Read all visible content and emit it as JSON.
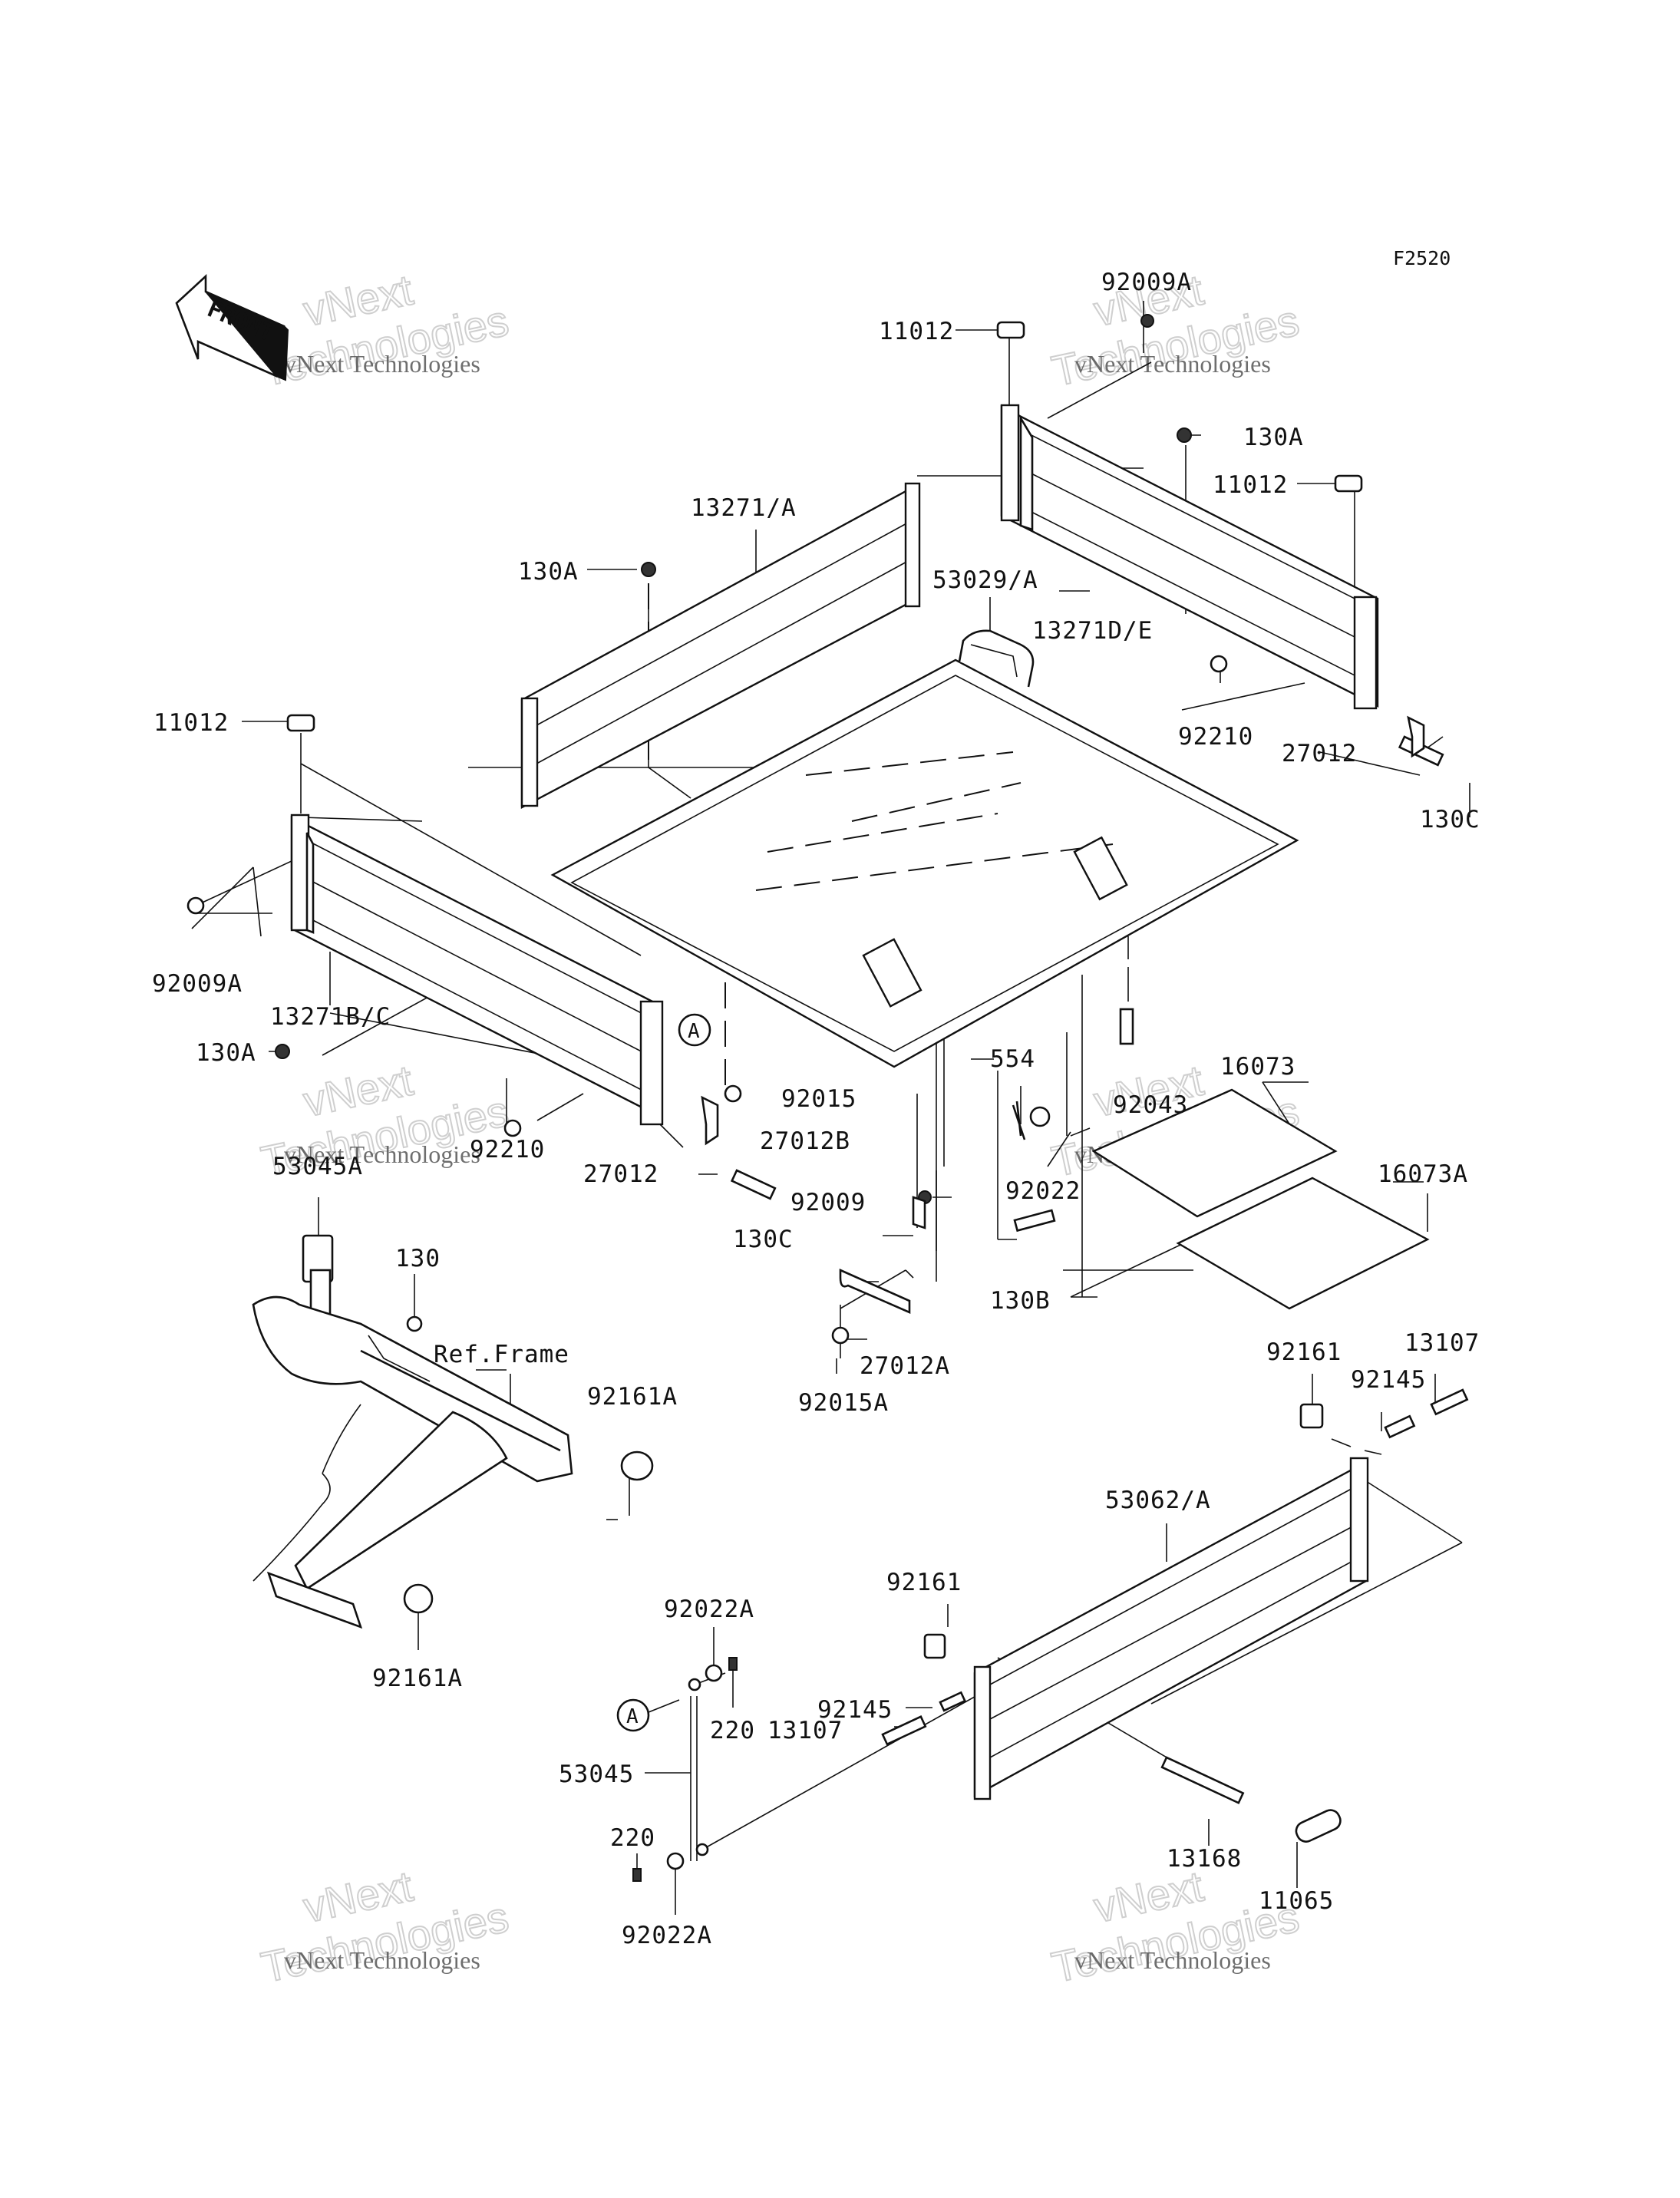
{
  "diagram_code": "F2520",
  "front_arrow_text": "FRONT",
  "watermark": {
    "line1": "vNext Technologies",
    "line2": "vNext",
    "line3": "Technologies"
  },
  "labels": [
    {
      "id": "lbl-11012-top",
      "text": "11012"
    },
    {
      "id": "lbl-92009A-top",
      "text": "92009A"
    },
    {
      "id": "lbl-130A-right",
      "text": "130A"
    },
    {
      "id": "lbl-11012-right",
      "text": "11012"
    },
    {
      "id": "lbl-13271A",
      "text": "13271/A"
    },
    {
      "id": "lbl-130A-mid",
      "text": "130A"
    },
    {
      "id": "lbl-53029A",
      "text": "53029/A"
    },
    {
      "id": "lbl-13271DE",
      "text": "13271D/E"
    },
    {
      "id": "lbl-92210-right",
      "text": "92210"
    },
    {
      "id": "lbl-27012-right",
      "text": "27012"
    },
    {
      "id": "lbl-130C-right",
      "text": "130C"
    },
    {
      "id": "lbl-11012-left",
      "text": "11012"
    },
    {
      "id": "lbl-92009A-left",
      "text": "92009A"
    },
    {
      "id": "lbl-13271BC",
      "text": "13271B/C"
    },
    {
      "id": "lbl-130A-left",
      "text": "130A"
    },
    {
      "id": "lbl-92015",
      "text": "92015"
    },
    {
      "id": "lbl-554",
      "text": "554"
    },
    {
      "id": "lbl-92043",
      "text": "92043"
    },
    {
      "id": "lbl-16073",
      "text": "16073"
    },
    {
      "id": "lbl-92210-left",
      "text": "92210"
    },
    {
      "id": "lbl-27012B",
      "text": "27012B"
    },
    {
      "id": "lbl-53045A",
      "text": "53045A"
    },
    {
      "id": "lbl-27012-left",
      "text": "27012"
    },
    {
      "id": "lbl-92009",
      "text": "92009"
    },
    {
      "id": "lbl-92022",
      "text": "92022"
    },
    {
      "id": "lbl-16073A",
      "text": "16073A"
    },
    {
      "id": "lbl-130C-left",
      "text": "130C"
    },
    {
      "id": "lbl-130",
      "text": "130"
    },
    {
      "id": "lbl-130B",
      "text": "130B"
    },
    {
      "id": "lbl-ref-frame",
      "text": "Ref.Frame"
    },
    {
      "id": "lbl-27012A",
      "text": "27012A"
    },
    {
      "id": "lbl-92161-right",
      "text": "92161"
    },
    {
      "id": "lbl-13107-right",
      "text": "13107"
    },
    {
      "id": "lbl-92145-right",
      "text": "92145"
    },
    {
      "id": "lbl-92161A-top",
      "text": "92161A"
    },
    {
      "id": "lbl-92015A",
      "text": "92015A"
    },
    {
      "id": "lbl-53062A",
      "text": "53062/A"
    },
    {
      "id": "lbl-92161-mid",
      "text": "92161"
    },
    {
      "id": "lbl-92022A-top",
      "text": "92022A"
    },
    {
      "id": "lbl-92161A-bottom",
      "text": "92161A"
    },
    {
      "id": "lbl-92145-mid",
      "text": "92145"
    },
    {
      "id": "lbl-220-top",
      "text": "220"
    },
    {
      "id": "lbl-13107-mid",
      "text": "13107"
    },
    {
      "id": "lbl-53045",
      "text": "53045"
    },
    {
      "id": "lbl-220-bottom",
      "text": "220"
    },
    {
      "id": "lbl-13168",
      "text": "13168"
    },
    {
      "id": "lbl-11065",
      "text": "11065"
    },
    {
      "id": "lbl-92022A-bottom",
      "text": "92022A"
    }
  ],
  "callout_marker": "A"
}
